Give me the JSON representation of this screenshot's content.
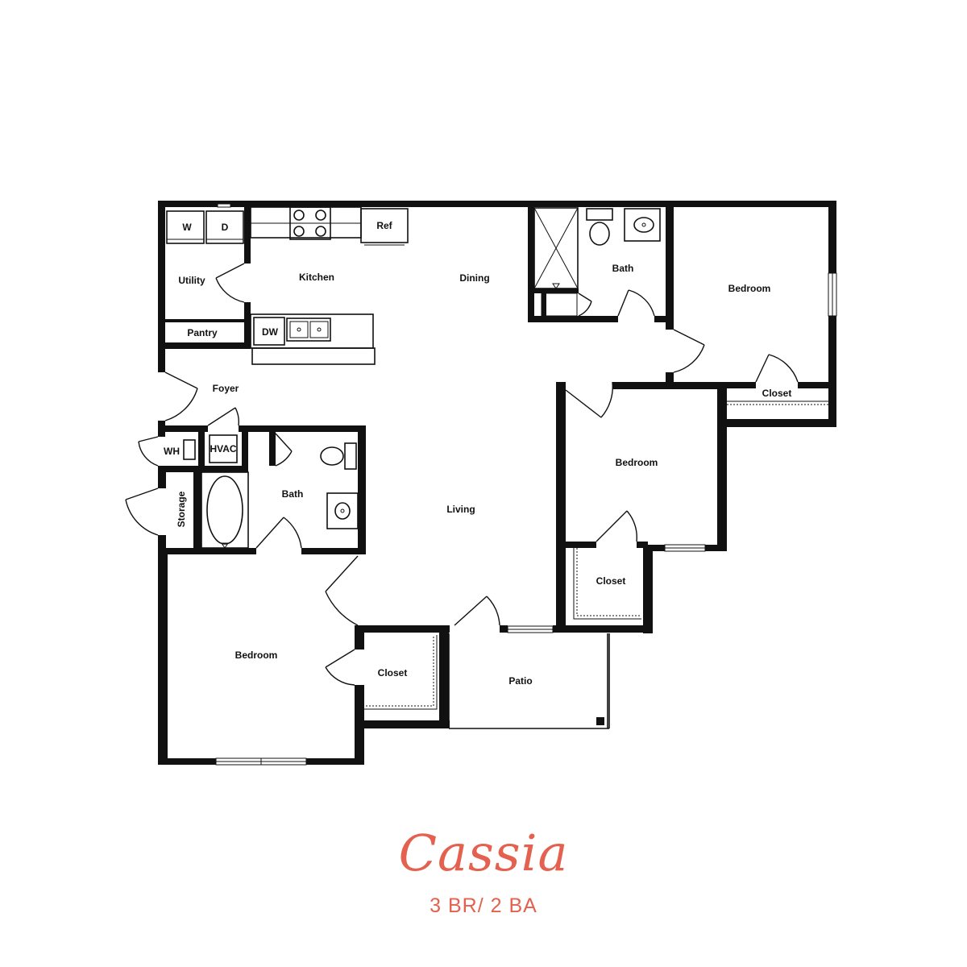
{
  "plan": {
    "name": "Cassia",
    "summary": "3 BR/ 2 BA"
  },
  "rooms": {
    "washer": "W",
    "dryer": "D",
    "refrigerator": "Ref",
    "utility": "Utility",
    "kitchen": "Kitchen",
    "dining": "Dining",
    "pantry": "Pantry",
    "dishwasher": "DW",
    "foyer": "Foyer",
    "water_heater": "WH",
    "hvac": "HVAC",
    "storage": "Storage",
    "bath_hall": "Bath",
    "living": "Living",
    "bath_master": "Bath",
    "bedroom_east": "Bedroom",
    "closet_east": "Closet",
    "bedroom_middle": "Bedroom",
    "closet_middle": "Closet",
    "bedroom_southwest": "Bedroom",
    "closet_southwest": "Closet",
    "patio": "Patio"
  },
  "colors": {
    "accent": "#e4614f",
    "walls": "#111111",
    "background": "#ffffff"
  }
}
